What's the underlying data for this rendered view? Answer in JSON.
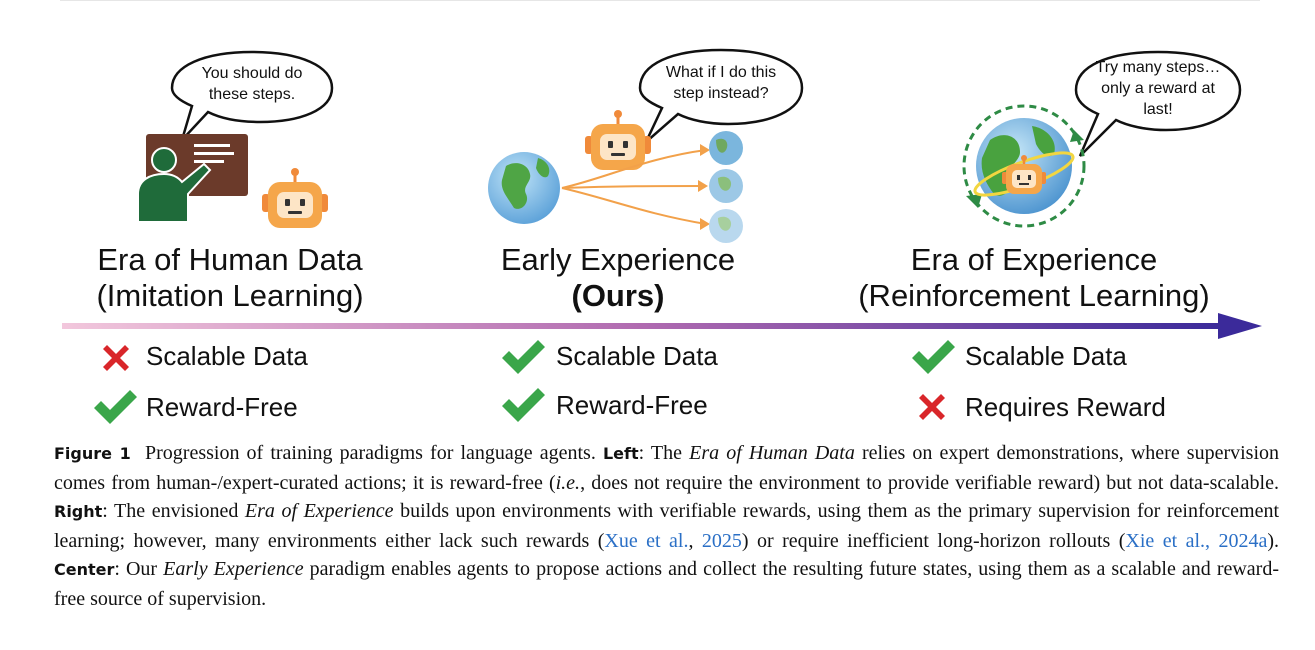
{
  "figure": {
    "left": {
      "bubble": "You should do\nthese steps.",
      "title": "Era of Human Data",
      "subtitle": "(Imitation Learning)",
      "criteria": [
        {
          "label": "Scalable Data",
          "status": "no"
        },
        {
          "label": "Reward-Free",
          "status": "yes"
        }
      ]
    },
    "center": {
      "bubble": "What if I do this\nstep instead?",
      "title": "Early Experience",
      "subtitle": "(Ours)",
      "criteria": [
        {
          "label": "Scalable Data",
          "status": "yes"
        },
        {
          "label": "Reward-Free",
          "status": "yes"
        }
      ]
    },
    "right": {
      "bubble": "Try many steps…\nonly a reward at\nlast!",
      "title": "Era of Experience",
      "subtitle": "(Reinforcement Learning)",
      "criteria": [
        {
          "label": "Scalable Data",
          "status": "yes"
        },
        {
          "label": "Requires Reward",
          "status": "no"
        }
      ]
    },
    "colors": {
      "check": "#3aa64a",
      "cross": "#d9262a",
      "arrow_start": "#f2c7dc",
      "arrow_end": "#3b2a9a",
      "cite": "#2a6fc6",
      "robot": "#f5a64a",
      "teacher": "#1f6b3a",
      "board": "#6b3a2a"
    }
  },
  "caption": {
    "label": "Figure 1",
    "s1": "Progression of training paradigms for language agents.",
    "left_label": "Left",
    "s2a": ": The ",
    "s2_it": "Era of Human Data",
    "s2b": " relies on expert demonstrations, where supervision comes from human-/expert-curated actions; it is reward-free (",
    "s2_ie": "i.e.",
    "s2c": ", does not require the environment to provide verifiable reward) but not data-scalable.",
    "right_label": "Right",
    "s3a": ": The envisioned ",
    "s3_it": "Era of Experience",
    "s3b": " builds upon environments with verifiable rewards, using them as the primary supervision for reinforcement learning; however, many environments either lack such rewards (",
    "cite1": "Xue et al.",
    "s3c": ", ",
    "cite1_year": "2025",
    "s3d": ") or require inefficient long-horizon rollouts (",
    "cite2": "Xie et al., 2024a",
    "s3e": ").",
    "center_label": "Center",
    "s4a": ": Our ",
    "s4_it": "Early Experience",
    "s4b": " paradigm enables agents to propose actions and collect the resulting future states, using them as a scalable and reward-free source of supervision."
  }
}
